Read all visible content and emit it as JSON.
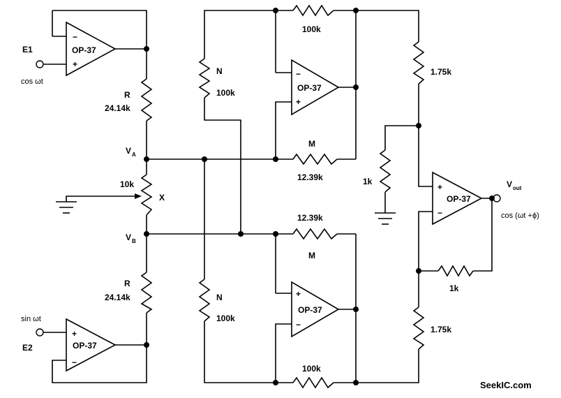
{
  "opamps": {
    "u1": {
      "label": "OP-37",
      "inv": "−",
      "noninv": "+"
    },
    "u2": {
      "label": "OP-37",
      "inv": "+",
      "noninv": "−"
    },
    "u3": {
      "label": "OP-37",
      "inv": "−",
      "noninv": "+"
    },
    "u4": {
      "label": "OP-37",
      "inv": "+",
      "noninv": "−"
    },
    "u5": {
      "label": "OP-37",
      "inv": "+",
      "noninv": "−"
    }
  },
  "inputs": {
    "e1": {
      "name": "E1",
      "signal": "cos ωt"
    },
    "e2": {
      "name": "E2",
      "signal": "sin ωt"
    }
  },
  "resistors": {
    "r_top": {
      "name": "R",
      "value": "24.14k"
    },
    "r_bot": {
      "name": "R",
      "value": "24.14k"
    },
    "pot": {
      "value": "10k",
      "wiper": "X"
    },
    "n_top": {
      "name": "N",
      "value": "100k"
    },
    "n_bot": {
      "name": "N",
      "value": "100k"
    },
    "m_top": {
      "name": "M",
      "value": "12.39k"
    },
    "m_bot": {
      "name": "M",
      "value": "12.39k"
    },
    "f_top": {
      "value": "100k"
    },
    "f_bot": {
      "value": "100k"
    },
    "sum_top": {
      "value": "1.75k"
    },
    "sum_bot": {
      "value": "1.75k"
    },
    "gnd_res": {
      "value": "1k"
    },
    "fb_out": {
      "value": "1k"
    }
  },
  "nodes": {
    "va": {
      "main": "V",
      "sub": "A"
    },
    "vb": {
      "main": "V",
      "sub": "B"
    }
  },
  "output": {
    "main": "V",
    "sub": "out",
    "signal": "cos (ωt +ϕ)"
  },
  "watermark": "SeekIC.com"
}
